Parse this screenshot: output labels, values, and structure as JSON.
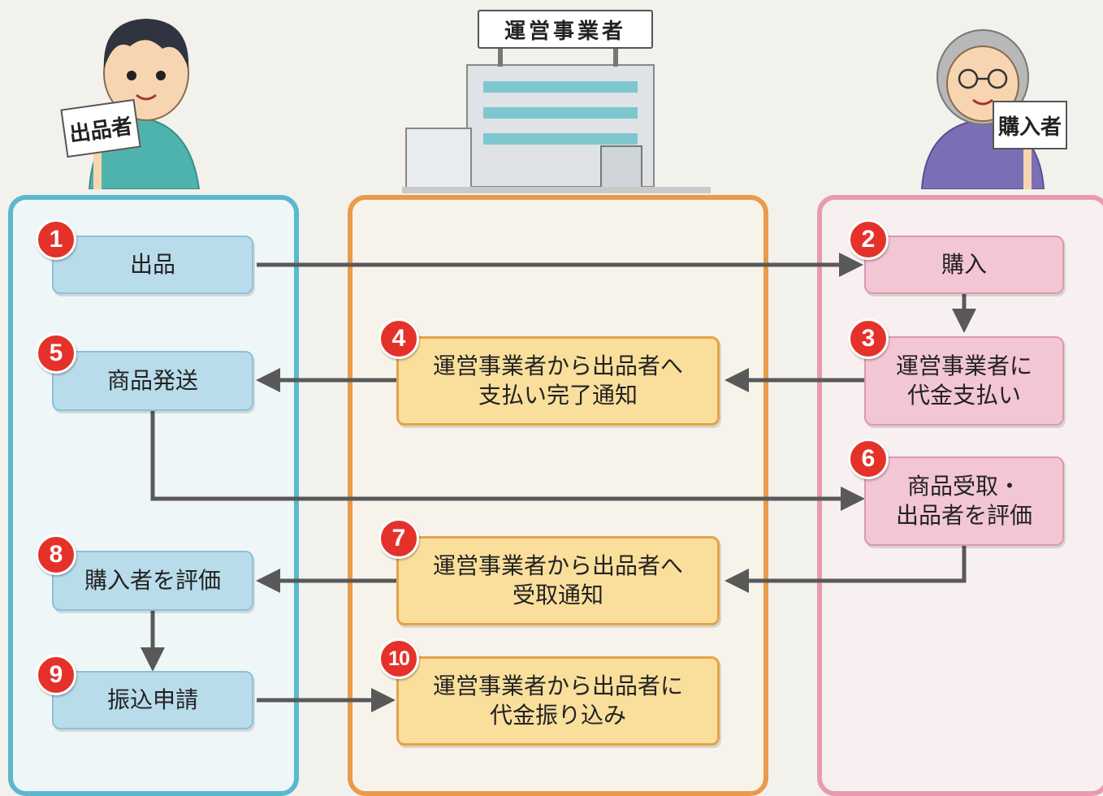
{
  "actors": {
    "seller": {
      "label": "出品者"
    },
    "operator": {
      "label": "運営事業者"
    },
    "buyer": {
      "label": "購入者"
    }
  },
  "steps": [
    {
      "number": "1",
      "label": "出品"
    },
    {
      "number": "2",
      "label": "購入"
    },
    {
      "number": "3",
      "label": "運営事業者に\n代金支払い"
    },
    {
      "number": "4",
      "label": "運営事業者から出品者へ\n支払い完了通知"
    },
    {
      "number": "5",
      "label": "商品発送"
    },
    {
      "number": "6",
      "label": "商品受取・\n出品者を評価"
    },
    {
      "number": "7",
      "label": "運営事業者から出品者へ\n受取通知"
    },
    {
      "number": "8",
      "label": "購入者を評価"
    },
    {
      "number": "9",
      "label": "振込申請"
    },
    {
      "number": "10",
      "label": "運営事業者から出品者に\n代金振り込み"
    }
  ],
  "colors": {
    "seller_lane": "#5bb8cf",
    "operator_lane": "#ea9a4c",
    "buyer_lane": "#e79bb0",
    "badge": "#e4322b",
    "arrow": "#595959"
  },
  "icons": {
    "seller": "seller-person-icon",
    "operator": "office-building-icon",
    "buyer": "buyer-person-icon"
  }
}
